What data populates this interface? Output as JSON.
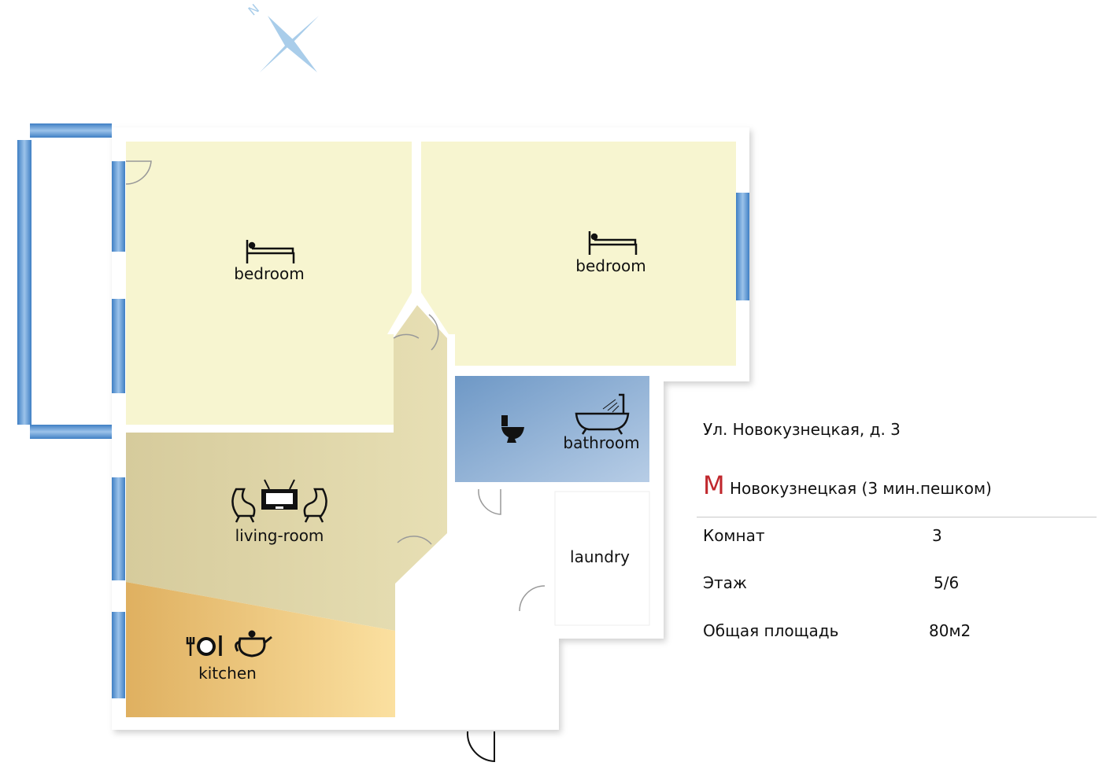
{
  "compass": {
    "north_label": "N"
  },
  "rooms": {
    "bedroom1": "bedroom",
    "bedroom2": "bedroom",
    "bathroom": "bathroom",
    "living": "living-room",
    "kitchen": "kitchen",
    "laundry": "laundry"
  },
  "info": {
    "address": "Ул.  Новокузнецкая, д. 3",
    "metro_symbol": "M",
    "metro": "Новокузнецкая (3 мин.пешком)",
    "rows": [
      {
        "label": "Комнат",
        "value": "3"
      },
      {
        "label": "Этаж",
        "value": "5/6"
      },
      {
        "label": "Общая площадь",
        "value": "80м2"
      }
    ]
  },
  "colors": {
    "bedroom": "#f7f5d0",
    "living": "#ddd3a6",
    "kitchen": "#e9bd6a",
    "bathroom": "#7fa6cf",
    "window": "#5b95d1",
    "compass": "#a9cdea",
    "metro": "#c0272d"
  }
}
